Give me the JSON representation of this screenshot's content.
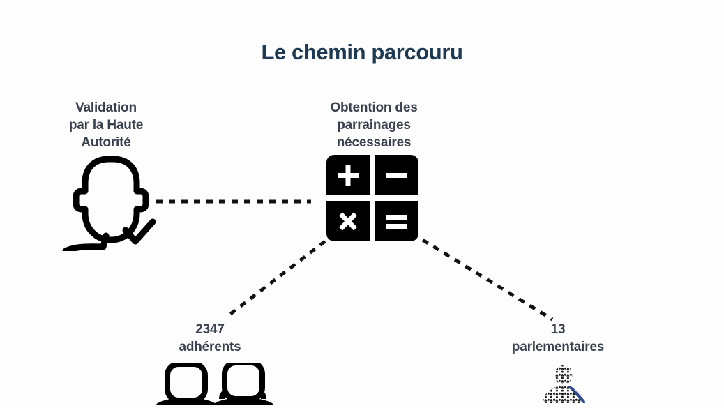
{
  "page": {
    "title": "Le chemin parcouru",
    "background_color": "#fdfdfd",
    "title_color": "#1e3a52",
    "label_color": "#3a414e",
    "icon_color": "#000000"
  },
  "nodes": {
    "validation": {
      "label_line1": "Validation",
      "label_line2": "par la Haute",
      "label_line3": "Autorité",
      "icon": "person-with-check-icon"
    },
    "parrainages": {
      "label_line1": "Obtention des",
      "label_line2": "parrainages",
      "label_line3": "nécessaires",
      "icon": "calculator-icon",
      "keys": [
        "+",
        "−",
        "×",
        "="
      ]
    },
    "adherents": {
      "count": "2347",
      "label": "adhérents",
      "icon": "two-people-icon"
    },
    "parlementaires": {
      "count": "13",
      "label": "parlementaires",
      "icon": "parliamentarian-sash-icon",
      "sash_colors": {
        "blue": "#2c4a8c",
        "white": "#f2f2f2",
        "red": "#d2323c"
      }
    }
  },
  "connectors": [
    {
      "name": "validation-to-parrainages",
      "style": "dashed-horizontal"
    },
    {
      "name": "parrainages-to-adherents",
      "style": "dashed-diagonal-left"
    },
    {
      "name": "parrainages-to-parlementaires",
      "style": "dashed-diagonal-right"
    }
  ]
}
